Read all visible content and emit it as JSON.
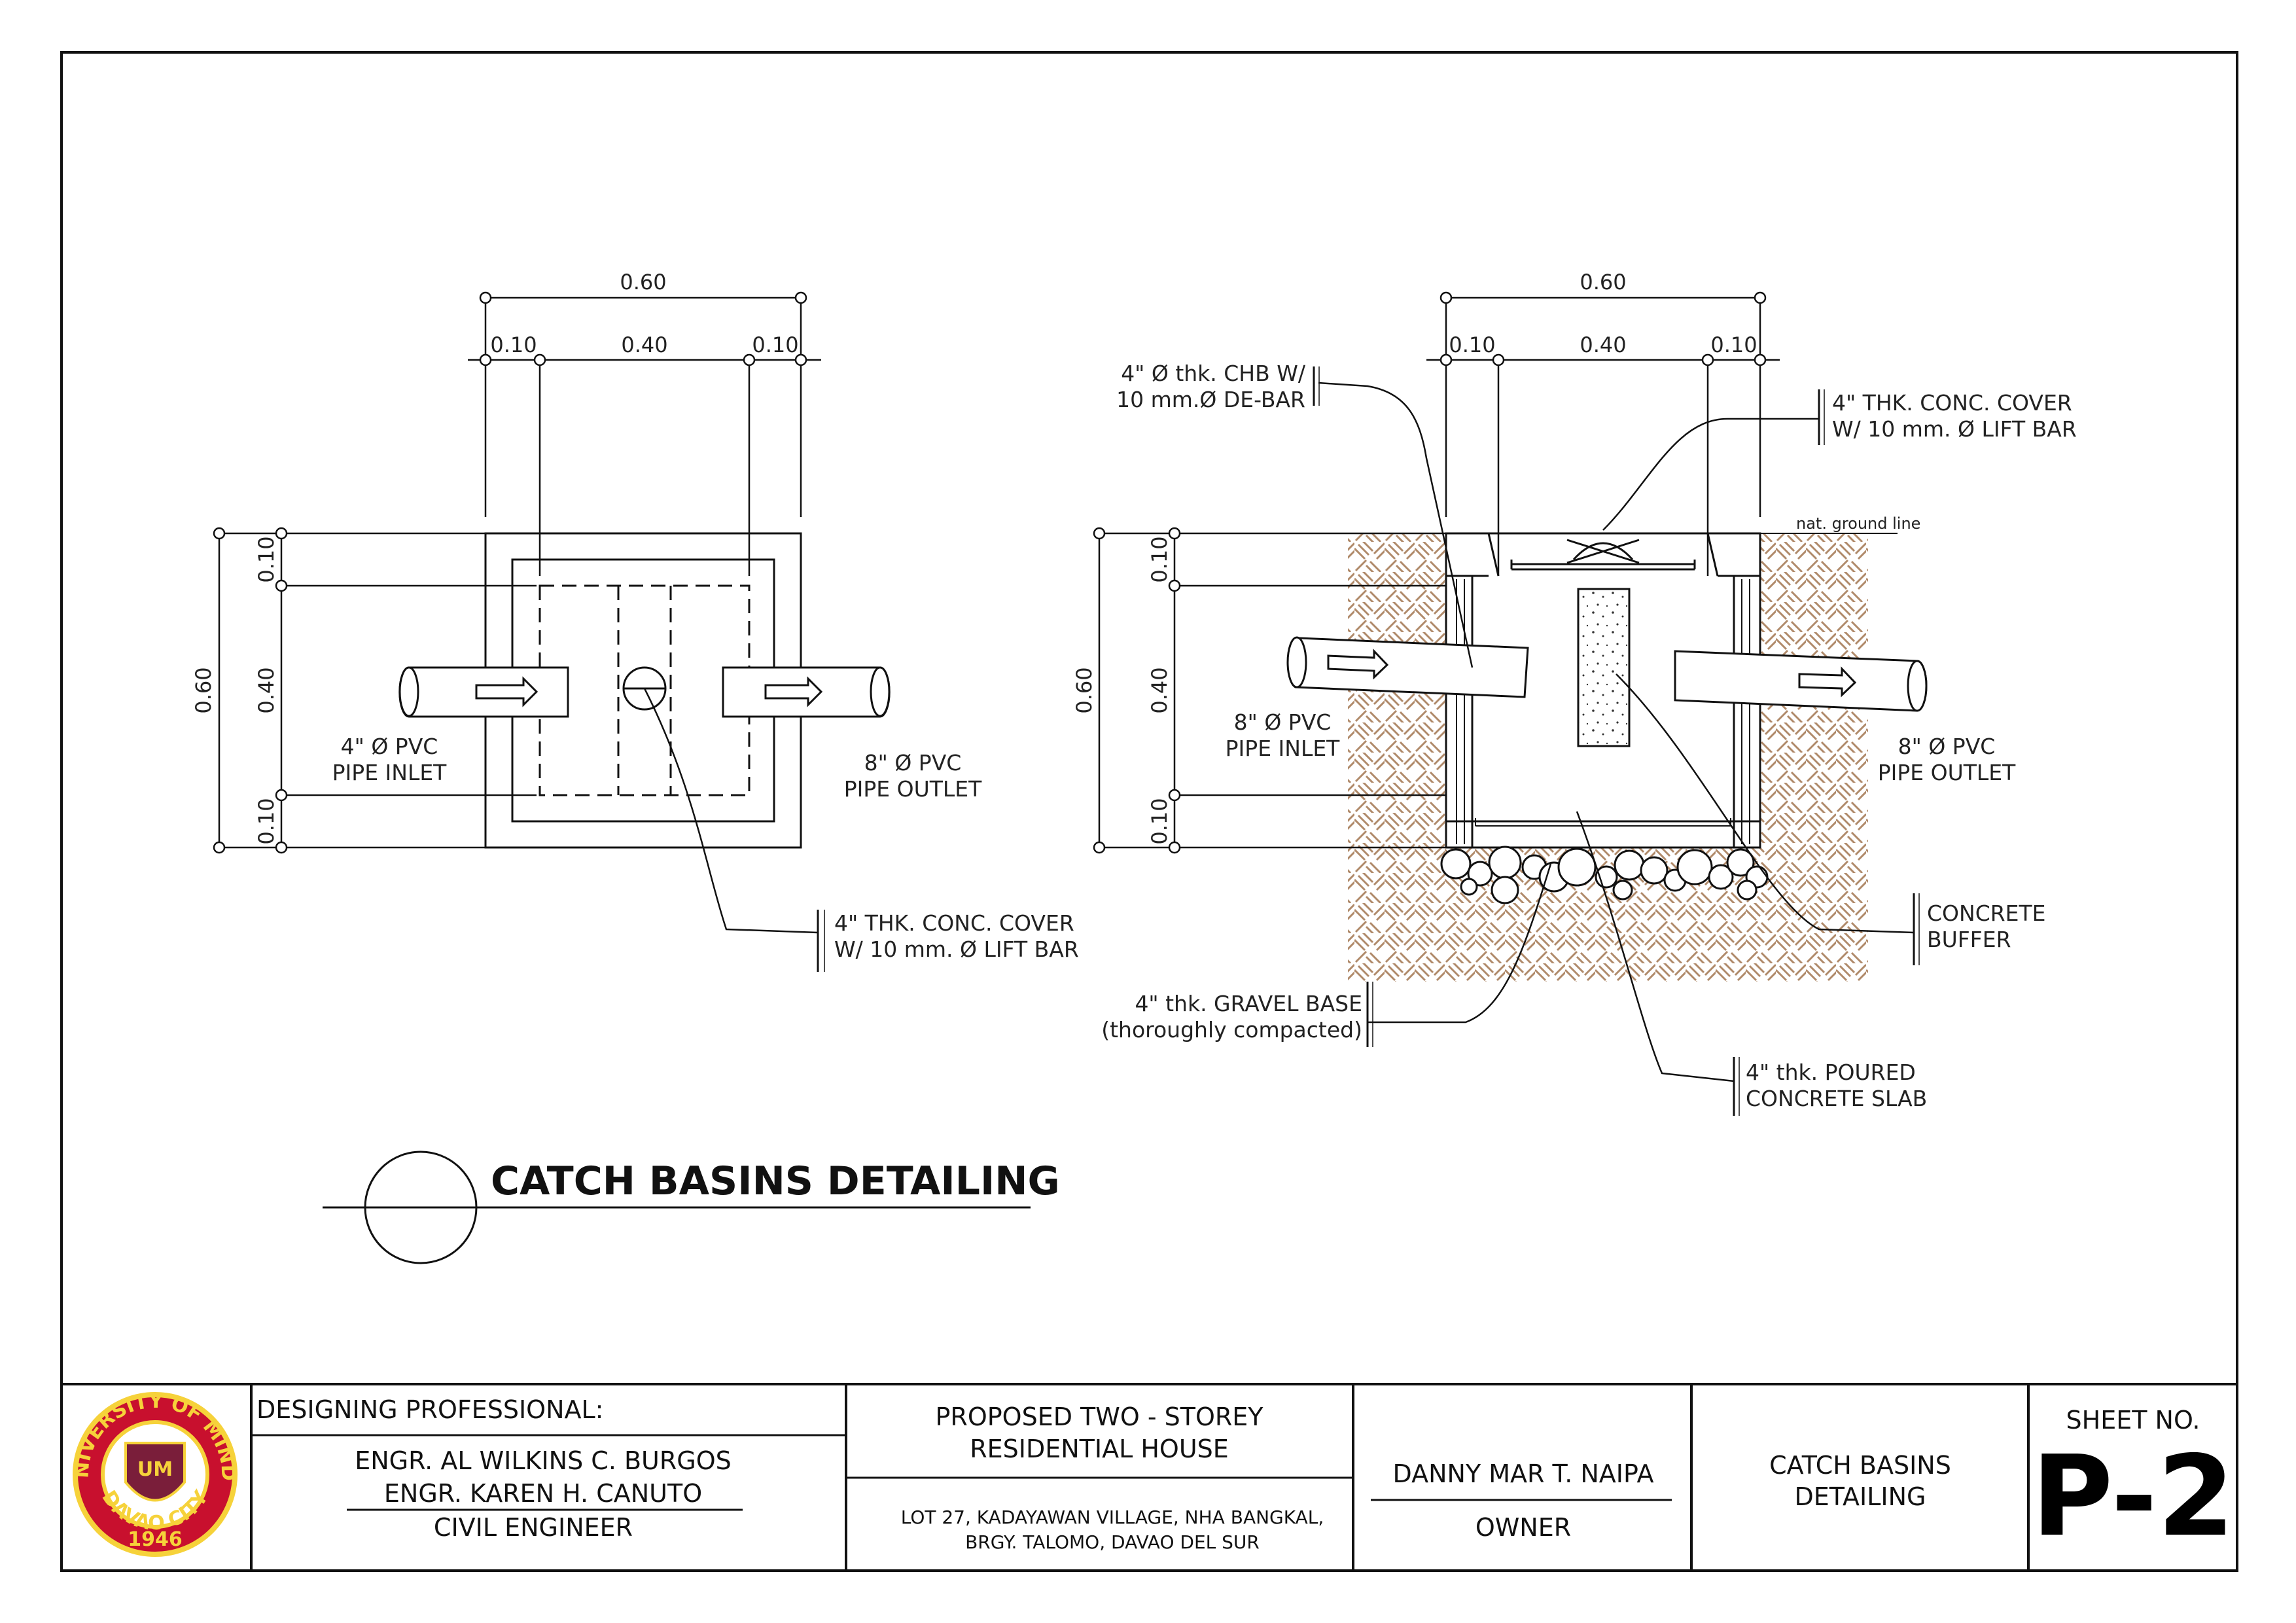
{
  "plan": {
    "dim_overall": "0.60",
    "dim_left": "0.10",
    "dim_mid": "0.40",
    "dim_right": "0.10",
    "vdim_overall": "0.60",
    "vdim_top": "0.10",
    "vdim_mid": "0.40",
    "vdim_bot": "0.10",
    "inlet_l1": "4\" Ø PVC",
    "inlet_l2": "PIPE INLET",
    "outlet_l1": "8\" Ø PVC",
    "outlet_l2": "PIPE OUTLET",
    "cover_l1": "4\" THK. CONC. COVER",
    "cover_l2": "W/ 10 mm. Ø LIFT BAR"
  },
  "section": {
    "dim_overall": "0.60",
    "dim_left": "0.10",
    "dim_mid": "0.40",
    "dim_right": "0.10",
    "vdim_overall": "0.60",
    "vdim_top": "0.10",
    "vdim_mid": "0.40",
    "vdim_bot": "0.10",
    "chb_l1": "4\" Ø thk. CHB W/",
    "chb_l2": "10 mm.Ø DE-BAR",
    "cover_l1": "4\" THK. CONC. COVER",
    "cover_l2": "W/ 10 mm. Ø LIFT BAR",
    "ground": "nat. ground line",
    "inlet_l1": "8\" Ø PVC",
    "inlet_l2": "PIPE INLET",
    "outlet_l1": "8\" Ø PVC",
    "outlet_l2": "PIPE OUTLET",
    "buffer_l1": "CONCRETE",
    "buffer_l2": "BUFFER",
    "gravel_l1": "4\" thk. GRAVEL BASE",
    "gravel_l2": "(thoroughly compacted)",
    "slab_l1": "4\" thk. POURED",
    "slab_l2": "CONCRETE SLAB"
  },
  "drawing_title": "CATCH BASINS DETAILING",
  "title_block": {
    "designing_label": "DESIGNING PROFESSIONAL:",
    "engineer_1": "ENGR. AL WILKINS C. BURGOS",
    "engineer_2": "ENGR. KAREN H. CANUTO",
    "engineer_role": "CIVIL ENGINEER",
    "project_l1": "PROPOSED TWO - STOREY",
    "project_l2": "RESIDENTIAL HOUSE",
    "address_l1": "LOT 27, KADAYAWAN VILLAGE, NHA BANGKAL,",
    "address_l2": "BRGY. TALOMO, DAVAO DEL SUR",
    "owner_name": "DANNY MAR T. NAIPA",
    "owner_label": "OWNER",
    "sheet_title_l1": "CATCH BASINS",
    "sheet_title_l2": "DETAILING",
    "sheet_no_label": "SHEET NO.",
    "sheet_no": "P-2"
  },
  "logo": {
    "text_top": "THE UNIVERSITY OF MINDANAO",
    "text_bottom": "DAVAO CITY",
    "year": "1946",
    "initials": "UM",
    "colors": {
      "ring": "#c8102e",
      "gold": "#f6d23a",
      "crest": "#7a1e3a"
    }
  },
  "colors": {
    "soil": "#b08a6a"
  }
}
